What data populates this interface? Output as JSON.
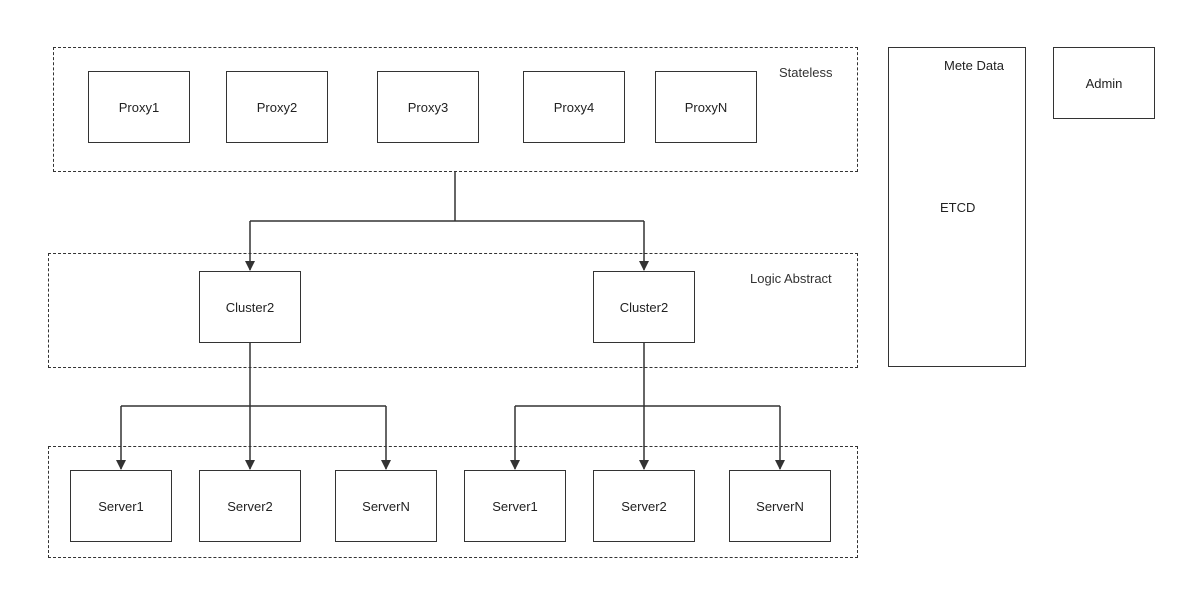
{
  "stateless_group": {
    "label": "Stateless",
    "proxies": [
      "Proxy1",
      "Proxy2",
      "Proxy3",
      "Proxy4",
      "ProxyN"
    ]
  },
  "logic_group": {
    "label": "Logic Abstract",
    "clusters": [
      "Cluster2",
      "Cluster2"
    ]
  },
  "server_group": {
    "servers": [
      "Server1",
      "Server2",
      "ServerN",
      "Server1",
      "Server2",
      "ServerN"
    ]
  },
  "metadata": {
    "label": "Mete Data",
    "store": "ETCD"
  },
  "admin": {
    "label": "Admin"
  },
  "colors": {
    "line": "#333333",
    "background": "#ffffff"
  }
}
